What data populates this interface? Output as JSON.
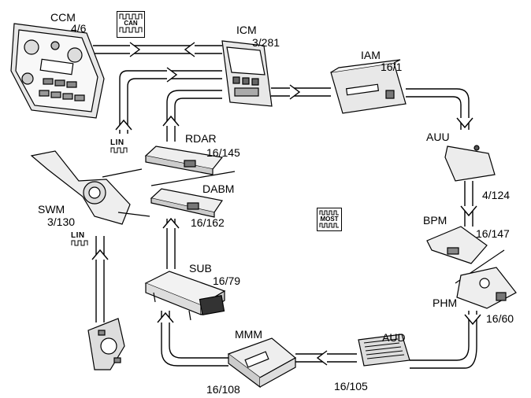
{
  "modules": {
    "ccm": {
      "name": "CCM",
      "code": "4/6"
    },
    "icm": {
      "name": "ICM",
      "code": "3/281"
    },
    "iam": {
      "name": "IAM",
      "code": "16/1"
    },
    "auu": {
      "name": "AUU",
      "code": "4/124"
    },
    "bpm": {
      "name": "BPM",
      "code": "16/147"
    },
    "phm": {
      "name": "PHM",
      "code": "16/60"
    },
    "aud": {
      "name": "AUD",
      "code": "16/105"
    },
    "mmm": {
      "name": "MMM",
      "code": "16/108"
    },
    "sub": {
      "name": "SUB",
      "code": "16/79"
    },
    "dabm": {
      "name": "DABM",
      "code": "16/162"
    },
    "rdar": {
      "name": "RDAR",
      "code": "16/145"
    },
    "swm": {
      "name": "SWM",
      "code": "3/130"
    }
  },
  "buses": {
    "can": {
      "label": "CAN"
    },
    "most": {
      "label": "MOST"
    },
    "lin_upper": {
      "label": "LIN"
    },
    "lin_lower": {
      "label": "LIN"
    }
  },
  "colors": {
    "line": "#000000",
    "device_fill": "#f2f2f2",
    "device_dark": "#555555"
  }
}
